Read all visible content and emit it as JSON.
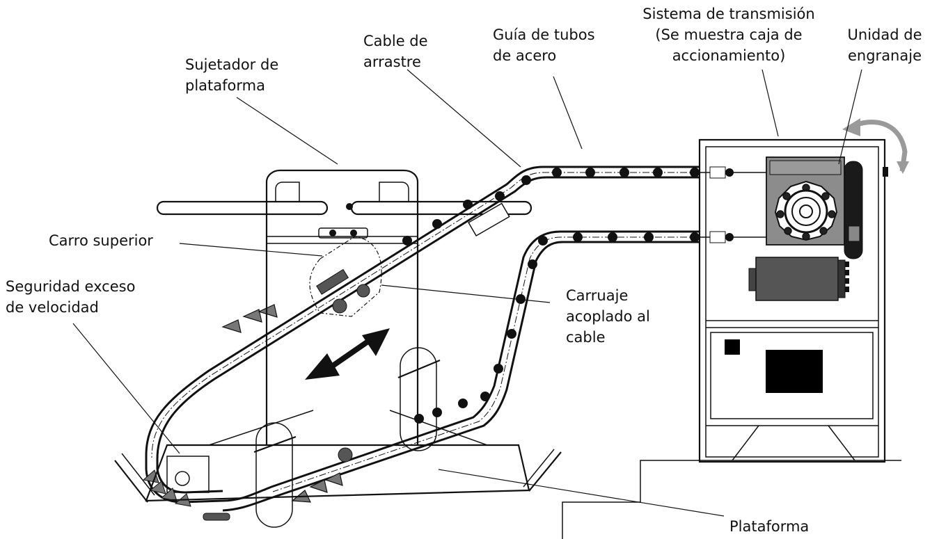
{
  "labels": {
    "transmission": [
      "Sistema de transmisión",
      "(Se muestra caja de",
      "accionamiento)"
    ],
    "gear_unit": [
      "Unidad de",
      "engranaje"
    ],
    "tube_guide": [
      "Guía de tubos",
      "de acero"
    ],
    "drag_cable": [
      "Cable de",
      "arrastre"
    ],
    "platform_holder": [
      "Sujetador de",
      "plataforma"
    ],
    "upper_carriage": [
      "Carro superior"
    ],
    "overspeed_safety": [
      "Seguridad exceso",
      "de velocidad"
    ],
    "cable_carriage": [
      "Carruaje",
      "acoplado al",
      "cable"
    ],
    "platform": [
      "Plataforma"
    ]
  },
  "colors": {
    "line": "#111111",
    "motor": "#555555",
    "gearbox": "#8c8c8c",
    "rotation_arrow": "#9a9a9a",
    "control_block": "#000000"
  },
  "icons": {
    "motion_arrow": "double-headed-arrow",
    "rotation_arrow": "curved-arrow"
  }
}
